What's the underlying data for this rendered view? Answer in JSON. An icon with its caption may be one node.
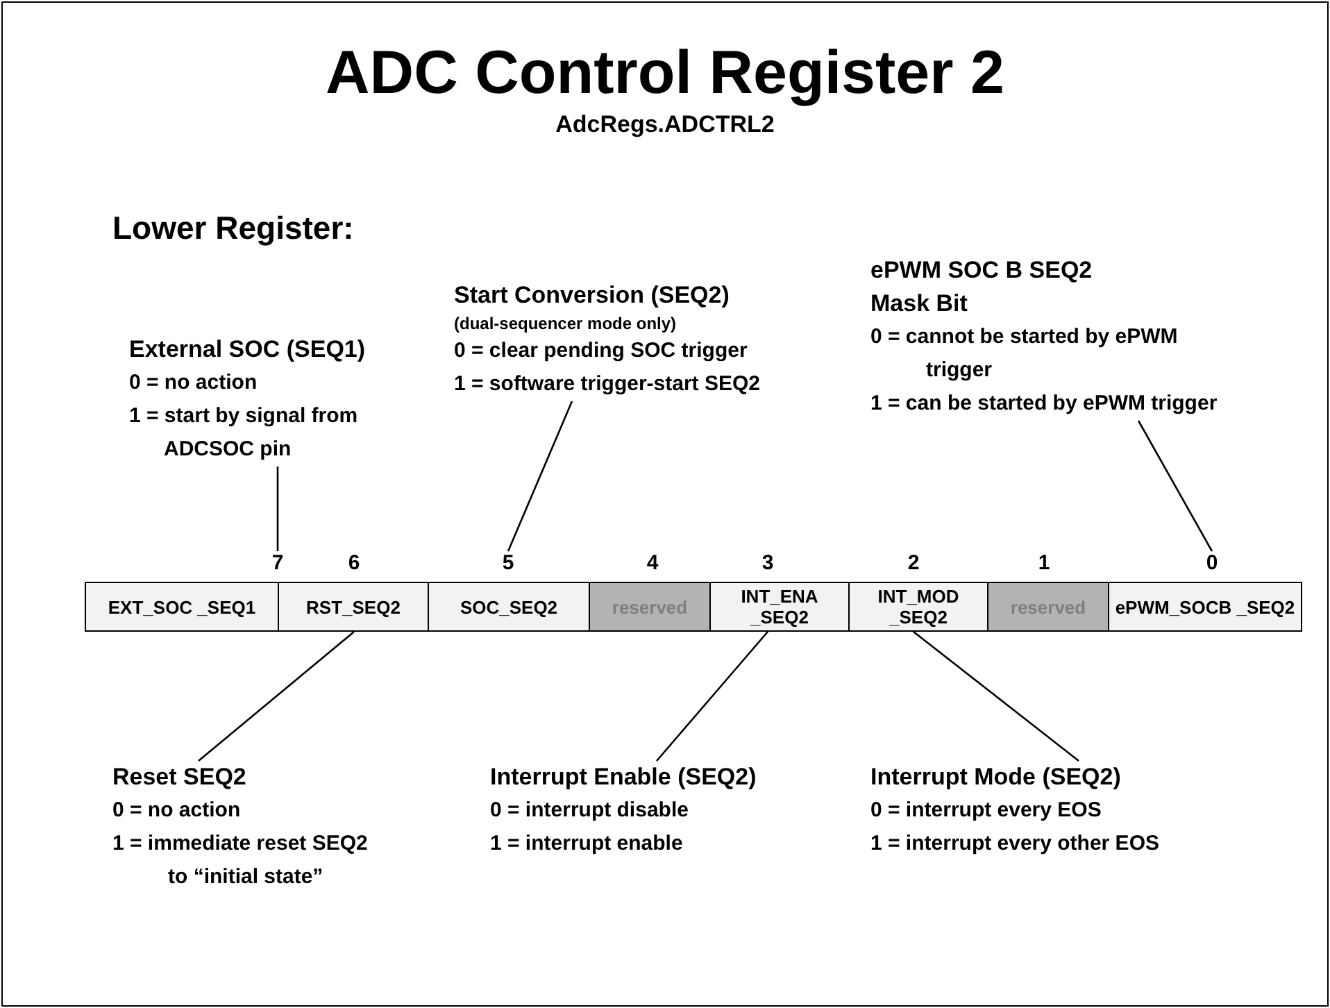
{
  "diagram": {
    "title": "ADC Control Register 2",
    "nodes": [
      {
        "text": [
          "External SOC (SEQ1)",
          "0 = no action",
          "1 = start by signal from ADCSOC pin"
        ]
      },
      {
        "text": [
          "Start Conversion (SEQ2)",
          "(dual-sequencer mode only)",
          "0 = clear pending SOC trigger",
          "1 = software trigger-start SEQ2"
        ]
      },
      {
        "text": [
          "ePWM SOC B SEQ2 Mask Bit",
          "0 = cannot be started by ePWM trigger",
          "1 = can be started by ePWM trigger"
        ]
      },
      {
        "text": [
          "EXT_SOC _SEQ1"
        ],
        "beside": [
          "7"
        ]
      },
      {
        "text": [
          "RST_SEQ2"
        ],
        "beside": [
          "6"
        ]
      },
      {
        "text": [
          "SOC_SEQ2"
        ],
        "beside": [
          "5"
        ]
      },
      {
        "text": [
          "reserved"
        ],
        "beside": [
          "4"
        ]
      },
      {
        "text": [
          "INT_ENA _SEQ2"
        ],
        "beside": [
          "3"
        ]
      },
      {
        "text": [
          "INT_MOD _SEQ2"
        ],
        "beside": [
          "2"
        ]
      },
      {
        "text": [
          "reserved"
        ],
        "beside": [
          "1"
        ]
      },
      {
        "text": [
          "ePWM_SOCB _SEQ2"
        ],
        "beside": [
          "0"
        ]
      },
      {
        "text": [
          "Reset SEQ2",
          "0 = no action",
          "1 = immediate reset SEQ2 to “initial state”"
        ]
      },
      {
        "text": [
          "Interrupt Enable (SEQ2)",
          "0 = interrupt disable",
          "1 = interrupt enable"
        ]
      },
      {
        "text": [
          "Interrupt Mode (SEQ2)",
          "0 = interrupt every EOS",
          "1 = interrupt every other EOS"
        ]
      }
    ],
    "edges": [
      {
        "from": 0,
        "to": 3,
        "arrow": "none"
      },
      {
        "from": 1,
        "to": 5,
        "arrow": "none"
      },
      {
        "from": 2,
        "to": 10,
        "arrow": "none"
      },
      {
        "from": 11,
        "to": 4,
        "arrow": "none"
      },
      {
        "from": 12,
        "to": 7,
        "arrow": "none"
      },
      {
        "from": 13,
        "to": 8,
        "arrow": "none"
      }
    ],
    "labels": [
      "AdcRegs.ADCTRL2",
      "Lower Register:"
    ]
  }
}
